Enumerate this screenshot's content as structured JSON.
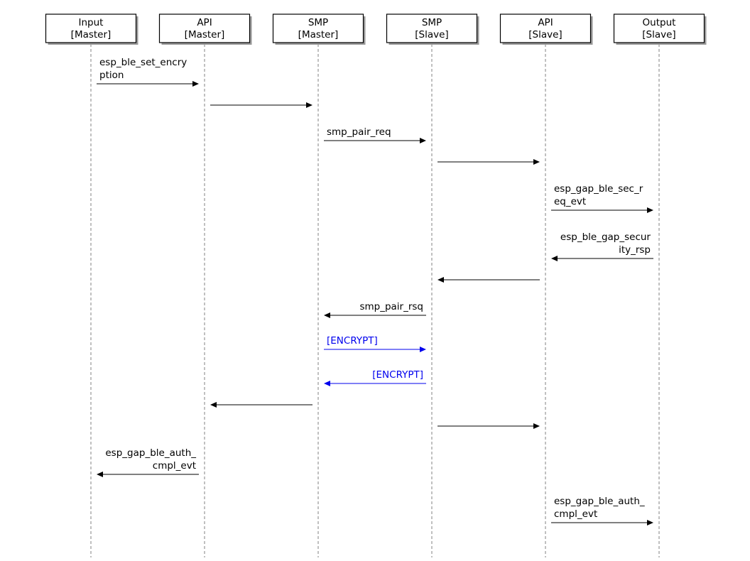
{
  "diagram": {
    "participants": [
      {
        "id": "input_master",
        "line1": "Input",
        "line2": "[Master]"
      },
      {
        "id": "api_master",
        "line1": "API",
        "line2": "[Master]"
      },
      {
        "id": "smp_master",
        "line1": "SMP",
        "line2": "[Master]"
      },
      {
        "id": "smp_slave",
        "line1": "SMP",
        "line2": "[Slave]"
      },
      {
        "id": "api_slave",
        "line1": "API",
        "line2": "[Slave]"
      },
      {
        "id": "output_slave",
        "line1": "Output",
        "line2": "[Slave]"
      }
    ],
    "messages": [
      {
        "from": 0,
        "to": 1,
        "label": [
          "esp_ble_set_encry",
          "ption"
        ]
      },
      {
        "from": 1,
        "to": 2,
        "label": []
      },
      {
        "from": 2,
        "to": 3,
        "label": [
          "smp_pair_req"
        ]
      },
      {
        "from": 3,
        "to": 4,
        "label": []
      },
      {
        "from": 4,
        "to": 5,
        "label": [
          "esp_gap_ble_sec_r",
          "eq_evt"
        ]
      },
      {
        "from": 5,
        "to": 4,
        "label": [
          "esp_ble_gap_secur",
          "ity_rsp"
        ]
      },
      {
        "from": 4,
        "to": 3,
        "label": []
      },
      {
        "from": 3,
        "to": 2,
        "label": [
          "smp_pair_rsq"
        ]
      },
      {
        "from": 2,
        "to": 3,
        "label": [
          "[ENCRYPT]"
        ],
        "color": "#0000ee"
      },
      {
        "from": 3,
        "to": 2,
        "label": [
          "[ENCRYPT]"
        ],
        "color": "#0000ee"
      },
      {
        "from": 2,
        "to": 1,
        "label": []
      },
      {
        "from": 3,
        "to": 4,
        "label": []
      },
      {
        "from": 1,
        "to": 0,
        "label": [
          "esp_gap_ble_auth_",
          "cmpl_evt"
        ]
      },
      {
        "from": 4,
        "to": 5,
        "label": [
          "esp_gap_ble_auth_",
          "cmpl_evt"
        ]
      }
    ],
    "colors": {
      "default_message": "#000000",
      "lifeline": "#808080"
    }
  }
}
